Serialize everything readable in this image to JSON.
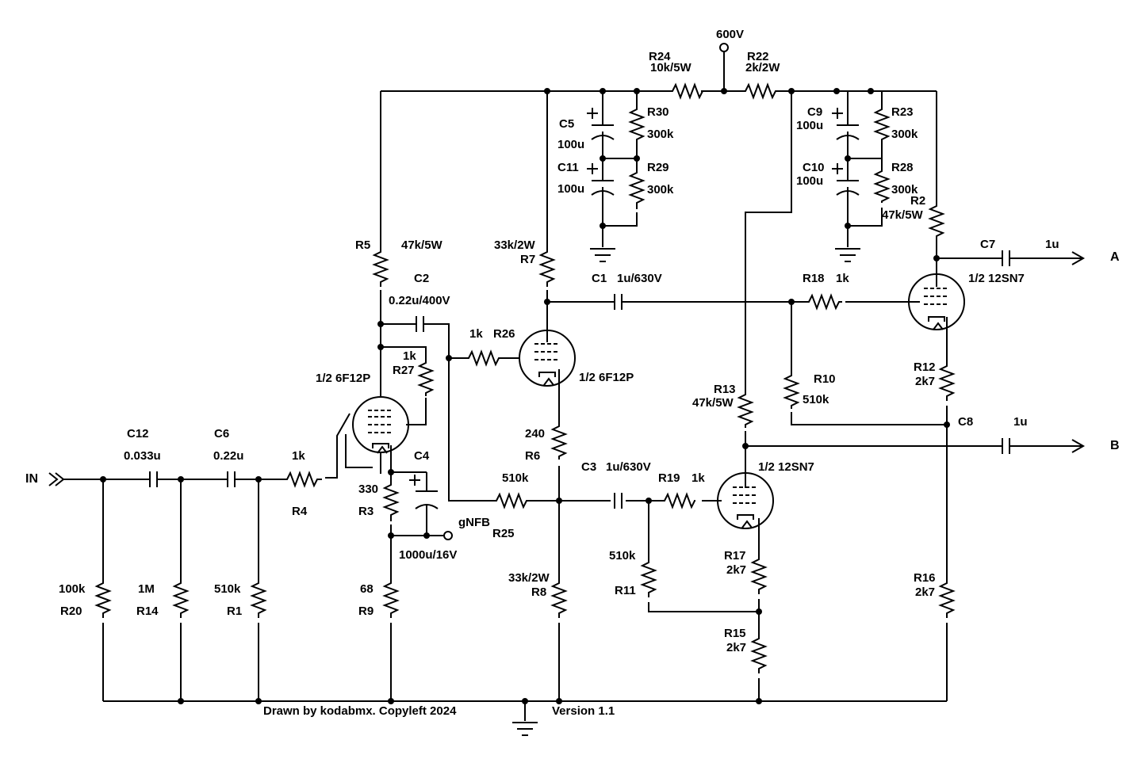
{
  "colors": {
    "wire": "#000000",
    "background": "#ffffff"
  },
  "labels": {
    "supply": "600V",
    "input": "IN",
    "outA": "A",
    "outB": "B",
    "gnfb": "gNFB",
    "credit": "Drawn by kodabmx. Copyleft 2024",
    "version": "Version 1.1"
  },
  "components": {
    "R24": {
      "ref": "R24",
      "value": "10k/5W"
    },
    "R22": {
      "ref": "R22",
      "value": "2k/2W"
    },
    "R30": {
      "ref": "R30",
      "value": "300k"
    },
    "R29": {
      "ref": "R29",
      "value": "300k"
    },
    "R23": {
      "ref": "R23",
      "value": "300k"
    },
    "R28": {
      "ref": "R28",
      "value": "300k"
    },
    "R2": {
      "ref": "R2",
      "value": "47k/5W"
    },
    "R5": {
      "ref": "R5",
      "value": "47k/5W"
    },
    "R7": {
      "ref": "R7",
      "value": "33k/2W"
    },
    "R18": {
      "ref": "R18",
      "value": "1k"
    },
    "R26": {
      "ref": "R26",
      "value": "1k"
    },
    "R27": {
      "ref": "R27",
      "value": "1k"
    },
    "R10": {
      "ref": "R10",
      "value": "510k"
    },
    "R12": {
      "ref": "R12",
      "value": "2k7"
    },
    "R13": {
      "ref": "R13",
      "value": "47k/5W"
    },
    "R4": {
      "ref": "R4",
      "value": "1k"
    },
    "R3": {
      "ref": "R3",
      "value": "330"
    },
    "R9": {
      "ref": "R9",
      "value": "68"
    },
    "R6": {
      "ref": "R6",
      "value": "240"
    },
    "R25": {
      "ref": "R25",
      "value": "510k"
    },
    "R8": {
      "ref": "R8",
      "value": "33k/2W"
    },
    "R19": {
      "ref": "R19",
      "value": "1k"
    },
    "R11": {
      "ref": "R11",
      "value": "510k"
    },
    "R17": {
      "ref": "R17",
      "value": "2k7"
    },
    "R15": {
      "ref": "R15",
      "value": "2k7"
    },
    "R16": {
      "ref": "R16",
      "value": "2k7"
    },
    "R20": {
      "ref": "R20",
      "value": "100k"
    },
    "R14": {
      "ref": "R14",
      "value": "1M"
    },
    "R1": {
      "ref": "R1",
      "value": "510k"
    },
    "C5": {
      "ref": "C5",
      "value": "100u"
    },
    "C11": {
      "ref": "C11",
      "value": "100u"
    },
    "C9": {
      "ref": "C9",
      "value": "100u"
    },
    "C10": {
      "ref": "C10",
      "value": "100u"
    },
    "C7": {
      "ref": "C7",
      "value": "1u"
    },
    "C8": {
      "ref": "C8",
      "value": "1u"
    },
    "C1": {
      "ref": "C1",
      "value": "1u/630V"
    },
    "C2": {
      "ref": "C2",
      "value": "0.22u/400V"
    },
    "C3": {
      "ref": "C3",
      "value": "1u/630V"
    },
    "C4": {
      "ref": "C4",
      "value": "1000u/16V"
    },
    "C12": {
      "ref": "C12",
      "value": "0.033u"
    },
    "C6": {
      "ref": "C6",
      "value": "0.22u"
    }
  },
  "tubes": {
    "V1a": "1/2 6F12P",
    "V1b": "1/2 6F12P",
    "V2a": "1/2 12SN7",
    "V2b": "1/2 12SN7"
  }
}
